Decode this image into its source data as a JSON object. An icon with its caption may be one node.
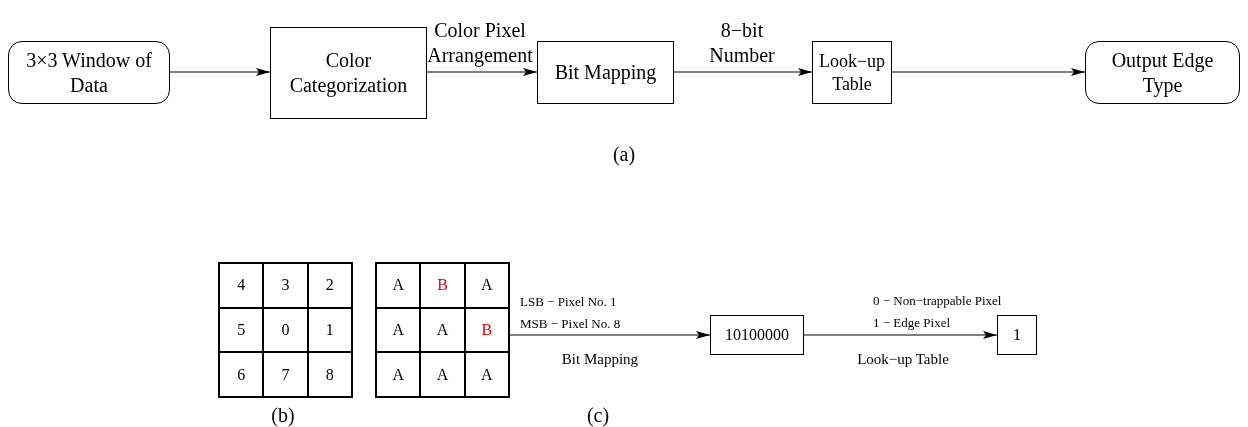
{
  "diagram": {
    "nodes": [
      {
        "text": [
          "3×3 Window of Data"
        ]
      },
      {
        "text": [
          "Color Categorization"
        ]
      },
      {
        "text": [
          "Bit Mapping"
        ]
      },
      {
        "text": [
          "Look−up Table"
        ]
      },
      {
        "text": [
          "Output Edge Type"
        ]
      },
      {
        "text": [
          "4",
          "3",
          "2",
          "5",
          "0",
          "1",
          "6",
          "7",
          "8"
        ]
      },
      {
        "text": [
          "A",
          "B",
          "A",
          "A",
          "A",
          "B",
          "A",
          "A",
          "A"
        ]
      },
      {
        "text": [
          "10100000"
        ]
      },
      {
        "text": [
          "1"
        ]
      }
    ],
    "edges": [
      {
        "from": 0,
        "to": 1,
        "arrow": "to"
      },
      {
        "from": 1,
        "to": 2,
        "arrow": "to",
        "label": "Color Pixel Arrangement"
      },
      {
        "from": 2,
        "to": 3,
        "arrow": "to",
        "label": "8−bit Number"
      },
      {
        "from": 3,
        "to": 4,
        "arrow": "to"
      },
      {
        "from": 6,
        "to": 7,
        "arrow": "to",
        "label": "Bit Mapping"
      },
      {
        "from": 7,
        "to": 8,
        "arrow": "to",
        "label": "Look−up Table"
      }
    ],
    "labels": [
      "(a)",
      "LSB − Pixel No. 1",
      "0 − Non−trappable Pixel",
      "MSB − Pixel No. 8",
      "1 − Edge Pixel",
      "(b)",
      "(c)"
    ]
  }
}
